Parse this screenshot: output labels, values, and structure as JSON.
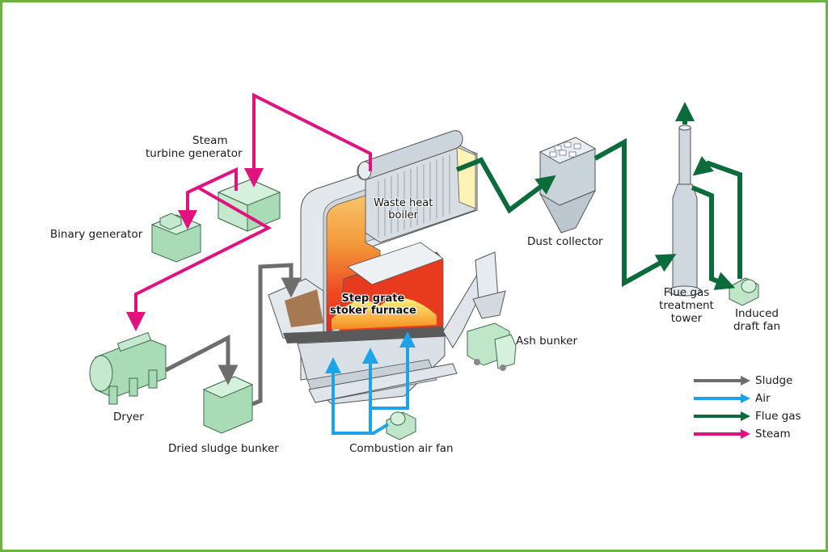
{
  "diagram": {
    "title": "Sludge incineration plant with step grate stoker furnace",
    "colors": {
      "border": "#6db33f",
      "sludge": "#6d6d6d",
      "air": "#1fa3e8",
      "flue_gas": "#0b6b3a",
      "steam": "#e0127d",
      "equipment_green": "#bfe6c9",
      "equipment_grey": "#dfe4e8"
    },
    "labels": {
      "steam_turbine_generator": [
        "Steam",
        "turbine generator"
      ],
      "binary_generator": "Binary generator",
      "waste_heat_boiler": [
        "Waste heat",
        "boiler"
      ],
      "step_grate_stoker_furnace": [
        "Step grate",
        "stoker furnace"
      ],
      "dust_collector": "Dust collector",
      "flue_gas_treatment_tower": [
        "Flue gas",
        "treatment",
        "tower"
      ],
      "induced_draft_fan": [
        "Induced",
        "draft fan"
      ],
      "ash_bunker": "Ash bunker",
      "dryer": "Dryer",
      "dried_sludge_bunker": "Dried sludge bunker",
      "combustion_air_fan": "Combustion air fan"
    },
    "legend": [
      {
        "label": "Sludge",
        "color": "#6d6d6d"
      },
      {
        "label": "Air",
        "color": "#1fa3e8"
      },
      {
        "label": "Flue gas",
        "color": "#0b6b3a"
      },
      {
        "label": "Steam",
        "color": "#e0127d"
      }
    ],
    "flows": [
      {
        "type": "steam",
        "from": "Waste heat boiler",
        "to": "Steam turbine generator"
      },
      {
        "type": "steam",
        "from": "Steam turbine generator",
        "to": "Binary generator"
      },
      {
        "type": "steam",
        "from": "Steam turbine generator",
        "to": "Dryer"
      },
      {
        "type": "sludge",
        "from": "Dryer",
        "to": "Dried sludge bunker"
      },
      {
        "type": "sludge",
        "from": "Dried sludge bunker",
        "to": "Step grate stoker furnace"
      },
      {
        "type": "air",
        "from": "Combustion air fan",
        "to": "Step grate stoker furnace"
      },
      {
        "type": "flue_gas",
        "from": "Waste heat boiler",
        "to": "Dust collector"
      },
      {
        "type": "flue_gas",
        "from": "Dust collector",
        "to": "Flue gas treatment tower"
      },
      {
        "type": "flue_gas",
        "from": "Flue gas treatment tower",
        "to": "Induced draft fan"
      },
      {
        "type": "flue_gas",
        "from": "Induced draft fan",
        "to": "Flue gas treatment tower (stack)"
      }
    ]
  }
}
